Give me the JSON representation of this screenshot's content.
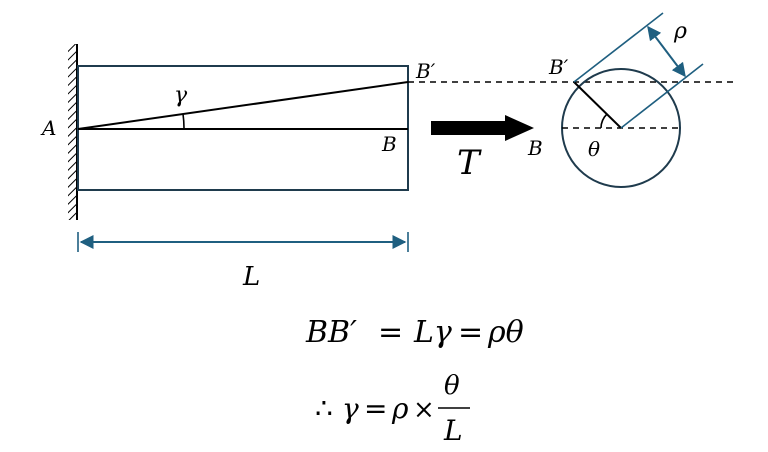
{
  "labels": {
    "a": "A",
    "b": "B",
    "b_prime": "B′",
    "gamma": "γ",
    "length": "L",
    "torque": "T",
    "section_b": "B",
    "section_b_prime": "B′",
    "theta": "θ",
    "rho": "ρ"
  },
  "equations": {
    "eq1_lhs": "BB′",
    "eq1_eq1": "=",
    "eq1_mid": "Lγ",
    "eq1_eq2": "=",
    "eq1_rhs": "ρθ",
    "eq2_therefore": "∴",
    "eq2_gamma": "γ",
    "eq2_eq": "=",
    "eq2_rho": "ρ",
    "eq2_times": "×",
    "eq2_num": "θ",
    "eq2_den": "L"
  },
  "colors": {
    "line": "#000000",
    "shaft": "#1f3b4d",
    "accent": "#1f5f80"
  }
}
